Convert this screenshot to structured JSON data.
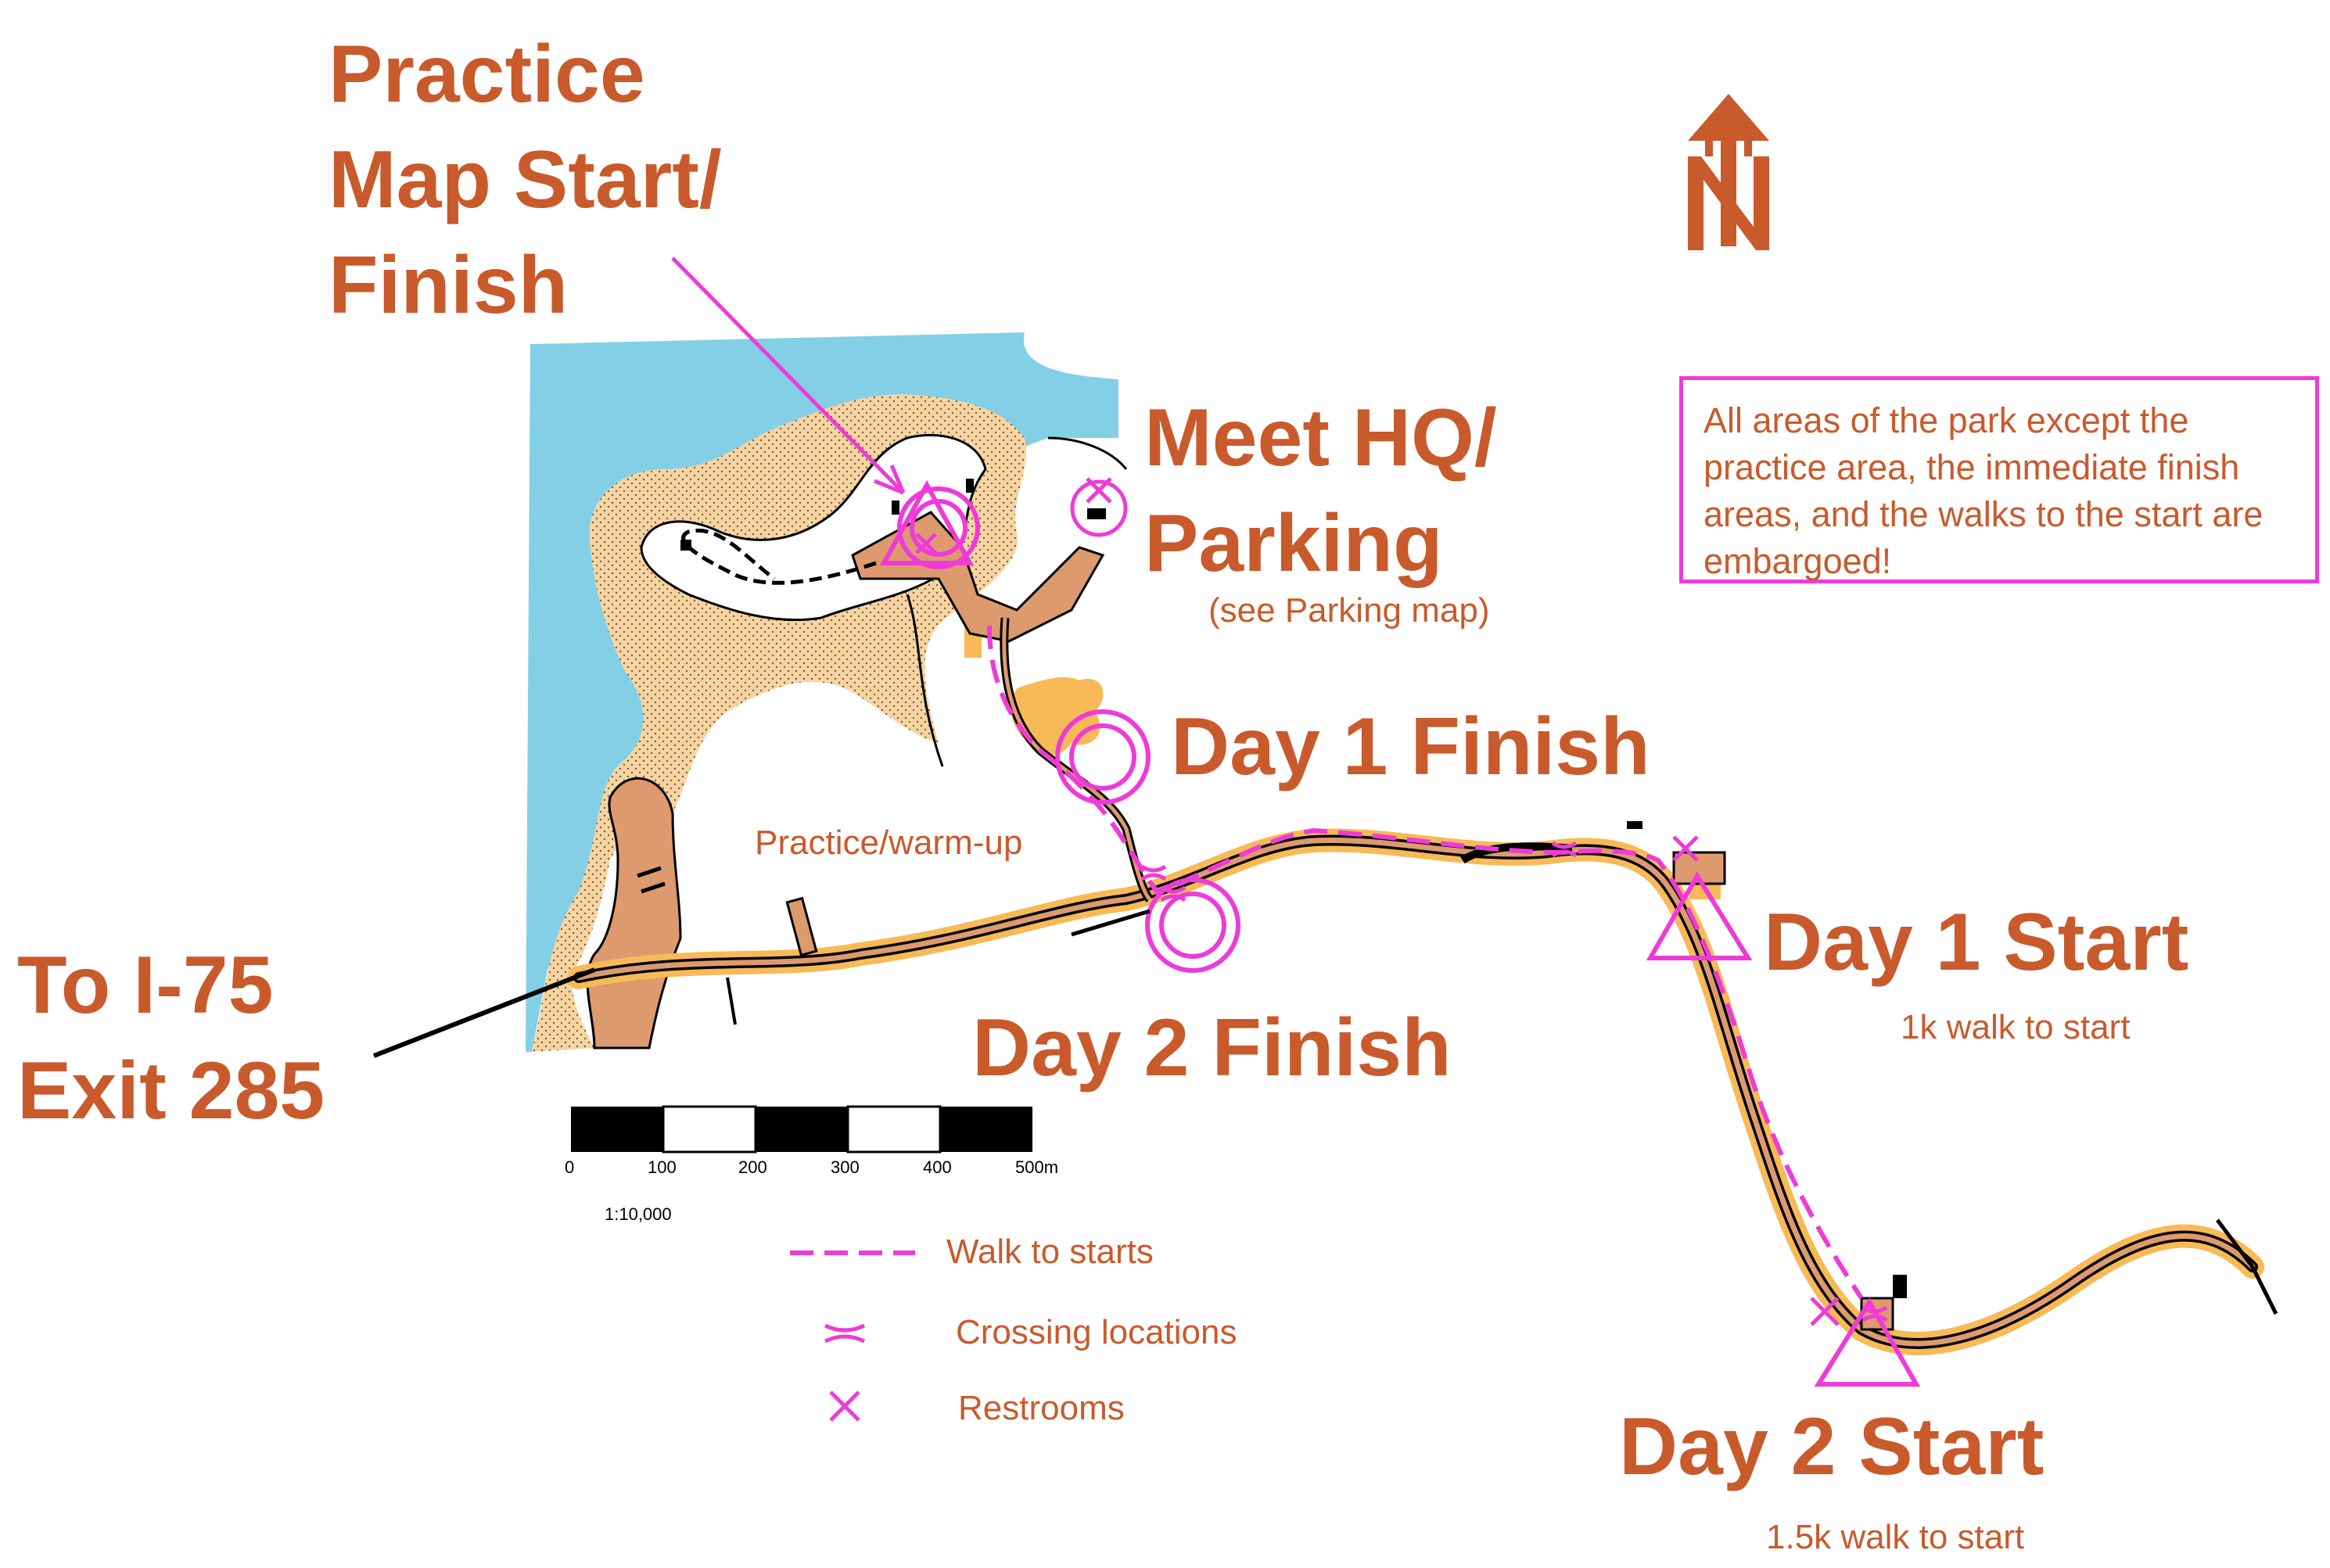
{
  "labels": {
    "practice_line1": "Practice",
    "practice_line2": "Map Start/",
    "practice_line3": "Finish",
    "meet_line1": "Meet HQ/",
    "meet_line2": "Parking",
    "see_parking": "(see Parking map)",
    "day1_finish": "Day 1 Finish",
    "practice_area": "Practice/warm-up",
    "day1_start": "Day 1 Start",
    "day1_walk": "1k walk to start",
    "day2_finish": "Day 2 Finish",
    "day2_start": "Day 2 Start",
    "day2_walk": "1.5k walk to start",
    "to_i75_line1": "To I-75",
    "to_i75_line2": "Exit 285"
  },
  "notice": "All areas of the park except the practice area, the immediate finish areas, and the walks to the start are embargoed!",
  "scale_bar": {
    "ticks": [
      "0",
      "100",
      "200",
      "300",
      "400",
      "500m"
    ],
    "ratio": "1:10,000"
  },
  "legend": [
    {
      "symbol": "dashed-line",
      "label": "Walk to starts"
    },
    {
      "symbol": "crossing",
      "label": "Crossing locations"
    },
    {
      "symbol": "x-mark",
      "label": "Restrooms"
    }
  ],
  "colors": {
    "water": "#83d0e6",
    "sand": "#f6d5a3",
    "road_fill": "#f7ba57",
    "paved_area": "#dd9a6e",
    "course_magenta": "#ee3bd8",
    "label_orange": "#c95a2c"
  },
  "icons": [
    "north-arrow-icon"
  ]
}
